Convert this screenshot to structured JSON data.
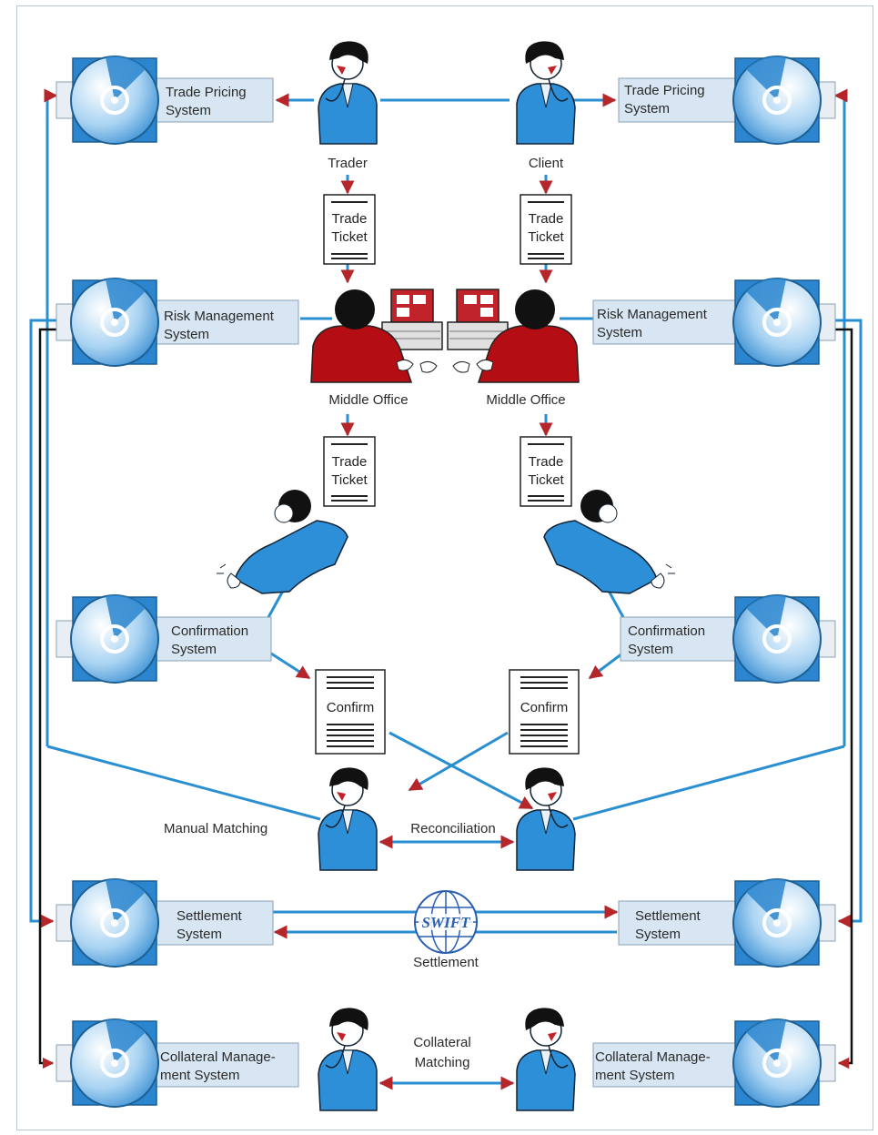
{
  "actors": {
    "trader": "Trader",
    "client": "Client",
    "middle_office_left": "Middle Office",
    "middle_office_right": "Middle Office",
    "manual_matching": "Manual Matching",
    "reconciliation": "Reconciliation",
    "settlement": "Settlement",
    "collateral_matching_line1": "Collateral",
    "collateral_matching_line2": "Matching"
  },
  "systems": {
    "trade_pricing": [
      "Trade Pricing",
      "System"
    ],
    "risk_management": [
      "Risk Management",
      "System"
    ],
    "confirmation": [
      "Confirmation",
      "System"
    ],
    "settlement": [
      "Settlement",
      "System"
    ],
    "collateral": [
      "Collateral Manage-",
      "ment System"
    ]
  },
  "documents": {
    "ticket_line1": "Trade",
    "ticket_line2": "Ticket",
    "confirm": "Confirm"
  },
  "swift": "SWIFT",
  "colors": {
    "line_blue": "#2a8fd0",
    "arrow_red": "#b5262a",
    "person_blue": "#2d8fd8",
    "middle_office_red": "#b40e14",
    "disk_blue": "#2b86cf",
    "label_box": "#d7e6f2",
    "black_line": "#111111"
  }
}
